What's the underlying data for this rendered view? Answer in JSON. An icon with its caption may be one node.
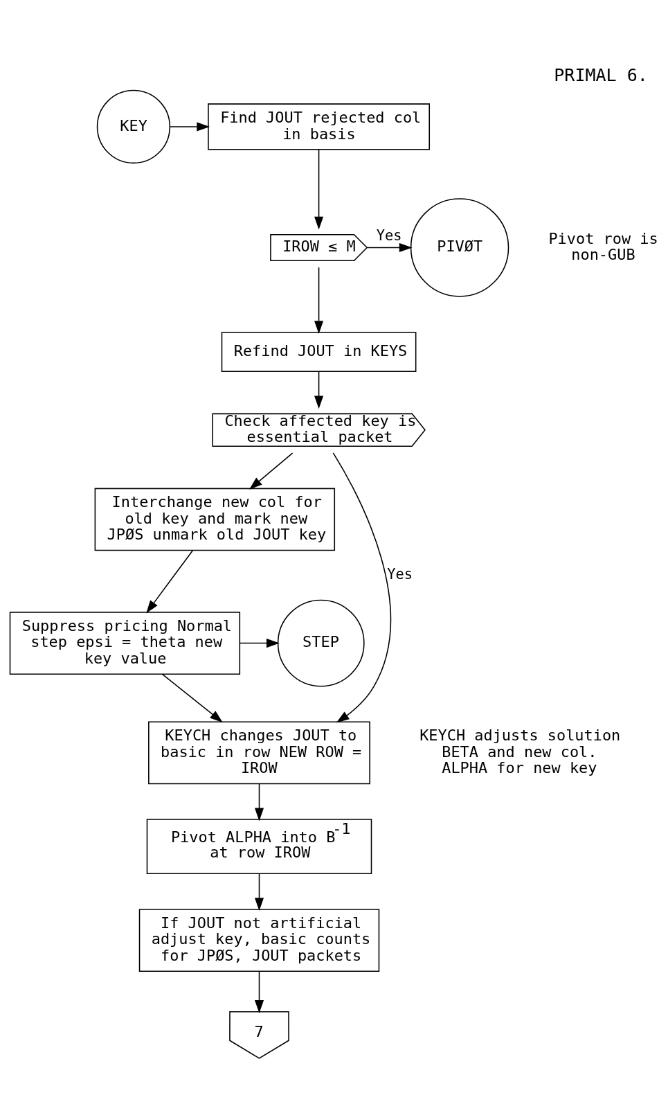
{
  "diagram": {
    "title": "PRIMAL 6.",
    "nodes": [
      {
        "text": [
          "KEY"
        ]
      },
      {
        "text": [
          "Find JOUT rejected col in basis"
        ]
      },
      {
        "text": [
          "IROW ≤ M"
        ]
      },
      {
        "text": [
          "PIVØT"
        ],
        "beside": [
          "Pivot row is non-GUB"
        ]
      },
      {
        "text": [
          "Refind JOUT in KEYS"
        ]
      },
      {
        "text": [
          "Check affected key is essential packet"
        ]
      },
      {
        "text": [
          "Interchange new col for old key and mark new JPØS unmark old JOUT key"
        ]
      },
      {
        "text": [
          "Suppress pricing Normal step epsi = theta new key value"
        ]
      },
      {
        "text": [
          "STEP"
        ]
      },
      {
        "text": [
          "KEYCH changes JOUT to basic in row NEW ROW = IROW"
        ]
      },
      {
        "text": [
          "Pivot ALPHA into B$^{-1}$ at row IROW"
        ]
      },
      {
        "text": [
          "If JOUT not artificial adjust key, basic counts for JPØS, JOUT packets"
        ]
      },
      {
        "text": [
          "7"
        ]
      }
    ],
    "edges": [
      {
        "from": 0,
        "to": 1,
        "arrow": "to"
      },
      {
        "from": 1,
        "to": 2,
        "arrow": "to"
      },
      {
        "from": 2,
        "to": 3,
        "arrow": "to",
        "label": "Yes"
      },
      {
        "from": 2,
        "to": 4,
        "arrow": "to"
      },
      {
        "from": 4,
        "to": 5,
        "arrow": "to"
      },
      {
        "from": 5,
        "to": 9,
        "arrow": "to",
        "label": "Yes"
      },
      {
        "from": 5,
        "to": 6,
        "arrow": "to"
      },
      {
        "from": 6,
        "to": 7,
        "arrow": "to"
      },
      {
        "from": 7,
        "to": 8,
        "arrow": "to"
      },
      {
        "from": 7,
        "to": 9,
        "arrow": "to"
      },
      {
        "from": 9,
        "to": 10,
        "arrow": "to"
      },
      {
        "from": 10,
        "to": 11,
        "arrow": "to"
      },
      {
        "from": 11,
        "to": 12,
        "arrow": "to"
      }
    ],
    "labels": [
      "KEYCH adjusts solution BETA and new col. ALPHA for new key"
    ]
  }
}
